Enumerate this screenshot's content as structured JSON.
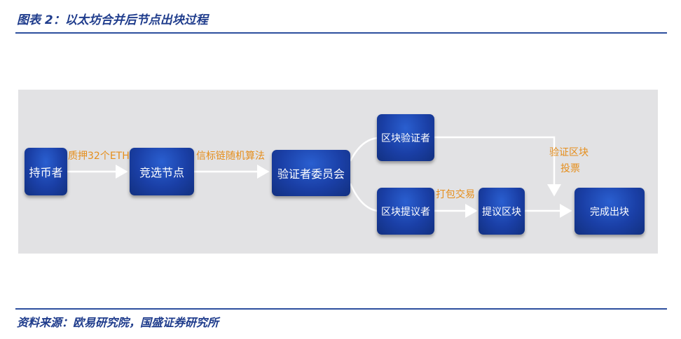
{
  "figure": {
    "title": "图表 2：以太坊合并后节点出块过程",
    "source": "资料来源：欧易研究院，国盛证券研究所"
  },
  "nodes": {
    "holder": "持币者",
    "elect_node": "竞选节点",
    "committee": "验证者委员会",
    "validator": "区块验证者",
    "proposer": "区块提议者",
    "propose_block": "提议区块",
    "complete": "完成出块"
  },
  "edges": {
    "stake": "质押32个ETH",
    "random": "信标链随机算法",
    "pack": "打包交易",
    "vote_line1": "验证区块",
    "vote_line2": "投票"
  },
  "colors": {
    "node_fill": "#1a3fa6",
    "edge_label": "#e58e1c",
    "title_text": "#1f3c8c",
    "panel": "#e2e2e4"
  }
}
